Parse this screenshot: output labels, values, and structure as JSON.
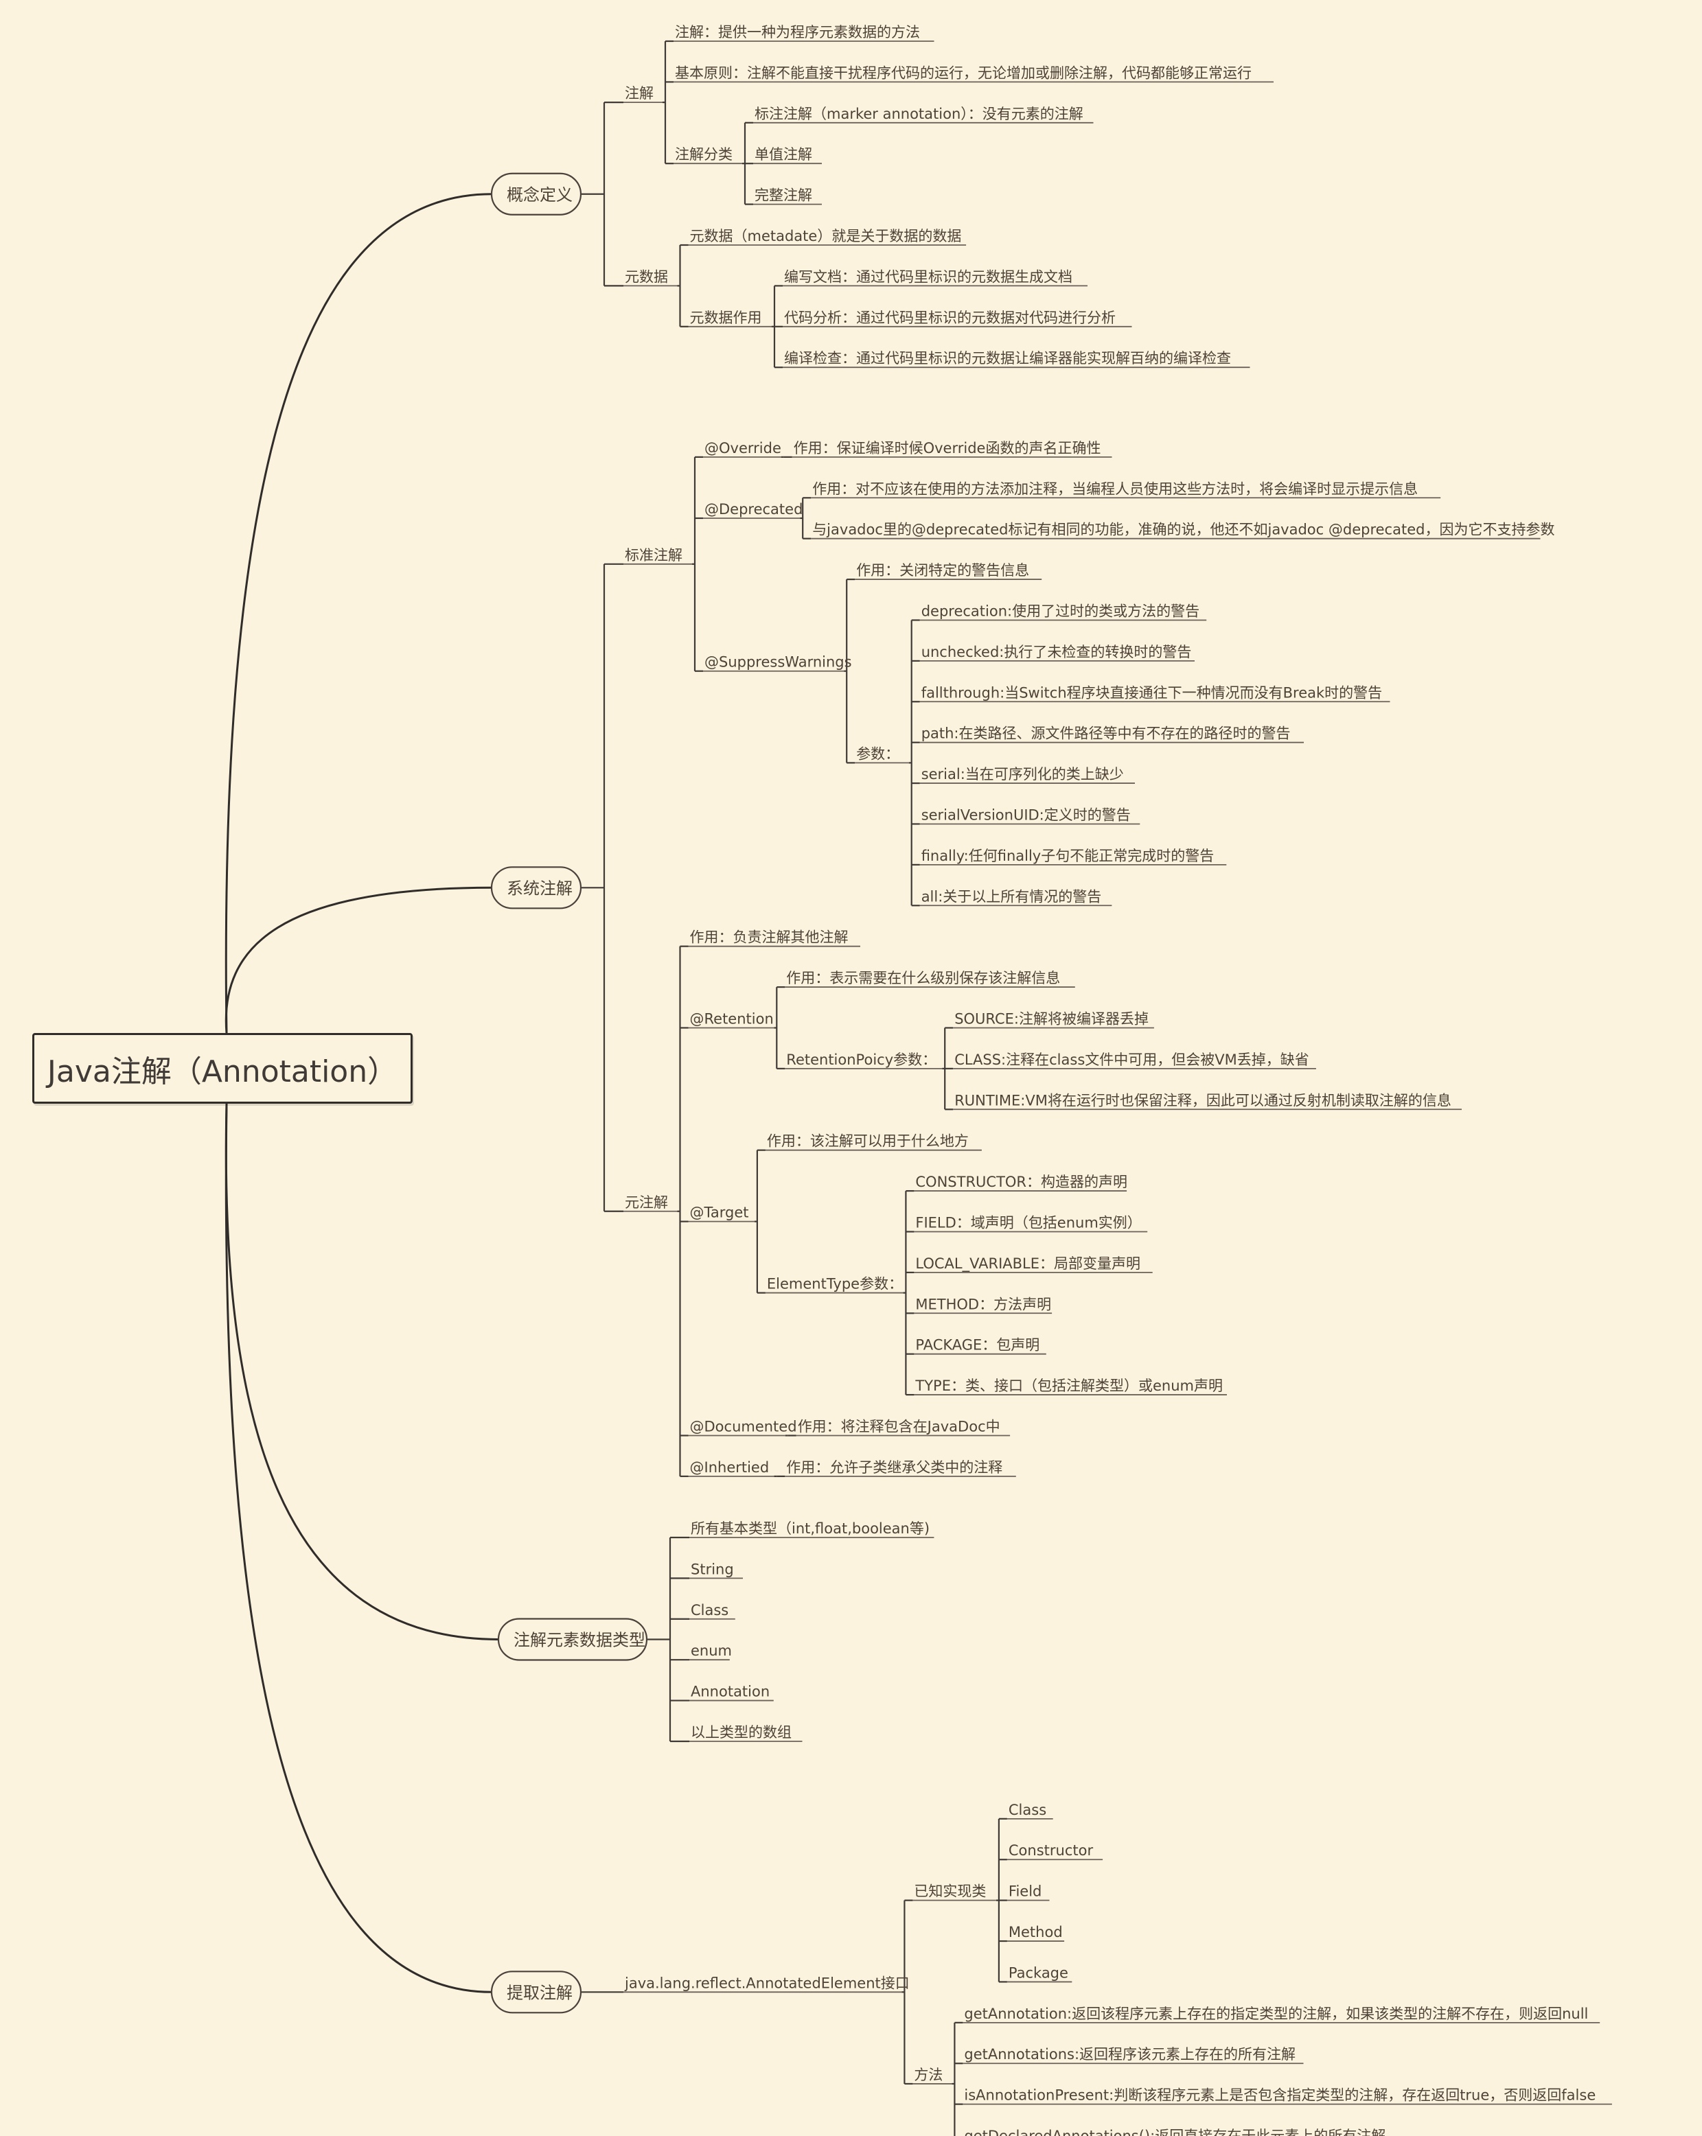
{
  "root": "Java注解（Annotation）",
  "branches": [
    {
      "label": "概念定义",
      "children": [
        {
          "label": "注解",
          "children": [
            {
              "label": "注解：提供一种为程序元素数据的方法"
            },
            {
              "label": "基本原则：注解不能直接干扰程序代码的运行，无论增加或删除注解，代码都能够正常运行"
            },
            {
              "label": "注解分类",
              "children": [
                {
                  "label": "标注注解（marker annotation）：没有元素的注解"
                },
                {
                  "label": "单值注解"
                },
                {
                  "label": "完整注解"
                }
              ]
            }
          ]
        },
        {
          "label": "元数据",
          "children": [
            {
              "label": "元数据（metadate）就是关于数据的数据"
            },
            {
              "label": "元数据作用",
              "children": [
                {
                  "label": "编写文档：通过代码里标识的元数据生成文档"
                },
                {
                  "label": "代码分析：通过代码里标识的元数据对代码进行分析"
                },
                {
                  "label": "编译检查：通过代码里标识的元数据让编译器能实现解百纳的编译检查"
                }
              ]
            }
          ]
        }
      ]
    },
    {
      "label": "系统注解",
      "children": [
        {
          "label": "标准注解",
          "children": [
            {
              "label": "@Override",
              "children": [
                {
                  "label": "作用：保证编译时候Override函数的声名正确性"
                }
              ]
            },
            {
              "label": "@Deprecated",
              "children": [
                {
                  "label": "作用：对不应该在使用的方法添加注释，当编程人员使用这些方法时，将会编译时显示提示信息"
                },
                {
                  "label": "与javadoc里的@deprecated标记有相同的功能，准确的说，他还不如javadoc @deprecated，因为它不支持参数"
                }
              ]
            },
            {
              "label": "@SuppressWarnings",
              "children": [
                {
                  "label": "作用：关闭特定的警告信息"
                },
                {
                  "label": "参数：",
                  "children": [
                    {
                      "label": "deprecation:使用了过时的类或方法的警告"
                    },
                    {
                      "label": "unchecked:执行了未检查的转换时的警告"
                    },
                    {
                      "label": "fallthrough:当Switch程序块直接通往下一种情况而没有Break时的警告"
                    },
                    {
                      "label": "path:在类路径、源文件路径等中有不存在的路径时的警告"
                    },
                    {
                      "label": "serial:当在可序列化的类上缺少"
                    },
                    {
                      "label": "serialVersionUID:定义时的警告"
                    },
                    {
                      "label": "finally:任何finally子句不能正常完成时的警告"
                    },
                    {
                      "label": "all:关于以上所有情况的警告"
                    }
                  ]
                }
              ]
            }
          ]
        },
        {
          "label": "元注解",
          "children": [
            {
              "label": "作用：负责注解其他注解"
            },
            {
              "label": "@Retention",
              "children": [
                {
                  "label": "作用：表示需要在什么级别保存该注解信息"
                },
                {
                  "label": "RetentionPoicy参数：",
                  "children": [
                    {
                      "label": "SOURCE:注解将被编译器丢掉"
                    },
                    {
                      "label": "CLASS:注释在class文件中可用，但会被VM丢掉，缺省"
                    },
                    {
                      "label": "RUNTIME:VM将在运行时也保留注释，因此可以通过反射机制读取注解的信息"
                    }
                  ]
                }
              ]
            },
            {
              "label": "@Target",
              "children": [
                {
                  "label": "作用：该注解可以用于什么地方"
                },
                {
                  "label": "ElementType参数：",
                  "children": [
                    {
                      "label": "CONSTRUCTOR：构造器的声明"
                    },
                    {
                      "label": "FIELD：域声明（包括enum实例）"
                    },
                    {
                      "label": "LOCAL_VARIABLE：局部变量声明"
                    },
                    {
                      "label": "METHOD：方法声明"
                    },
                    {
                      "label": "PACKAGE：包声明"
                    },
                    {
                      "label": "TYPE：类、接口（包括注解类型）或enum声明"
                    }
                  ]
                }
              ]
            },
            {
              "label": "@Documented",
              "children": [
                {
                  "label": "作用：将注释包含在JavaDoc中"
                }
              ]
            },
            {
              "label": "@Inhertied",
              "children": [
                {
                  "label": "作用：允许子类继承父类中的注释"
                }
              ]
            }
          ]
        }
      ]
    },
    {
      "label": "注解元素数据类型",
      "children": [
        {
          "label": "所有基本类型（int,float,boolean等)"
        },
        {
          "label": "String"
        },
        {
          "label": "Class"
        },
        {
          "label": "enum"
        },
        {
          "label": "Annotation"
        },
        {
          "label": "以上类型的数组"
        }
      ]
    },
    {
      "label": "提取注解",
      "children": [
        {
          "label": "java.lang.reflect.AnnotatedElement接口",
          "children": [
            {
              "label": "已知实现类",
              "children": [
                {
                  "label": "Class"
                },
                {
                  "label": "Constructor"
                },
                {
                  "label": "Field"
                },
                {
                  "label": "Method"
                },
                {
                  "label": "Package"
                }
              ]
            },
            {
              "label": "方法",
              "children": [
                {
                  "label": "getAnnotation:返回该程序元素上存在的指定类型的注解，如果该类型的注解不存在，则返回null"
                },
                {
                  "label": "getAnnotations:返回程序该元素上存在的所有注解"
                },
                {
                  "label": "isAnnotationPresent:判断该程序元素上是否包含指定类型的注解，存在返回true，否则返回false"
                },
                {
                  "label": "getDeclaredAnnotations():返回直接存在于此元素上的所有注解"
                }
              ]
            }
          ]
        }
      ]
    }
  ]
}
